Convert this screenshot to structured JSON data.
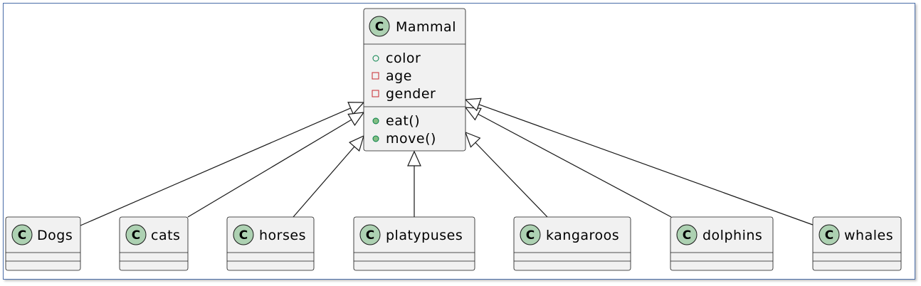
{
  "parent": {
    "name": "Mammal",
    "badge": "C",
    "attributes": [
      {
        "visibility": "public",
        "name": "color"
      },
      {
        "visibility": "private",
        "name": "age"
      },
      {
        "visibility": "private",
        "name": "gender"
      }
    ],
    "methods": [
      {
        "visibility": "public",
        "name": "eat()"
      },
      {
        "visibility": "public",
        "name": "move()"
      }
    ]
  },
  "children": [
    {
      "name": "Dogs",
      "badge": "C"
    },
    {
      "name": "cats",
      "badge": "C"
    },
    {
      "name": "horses",
      "badge": "C"
    },
    {
      "name": "platypuses",
      "badge": "C"
    },
    {
      "name": "kangaroos",
      "badge": "C"
    },
    {
      "name": "dolphins",
      "badge": "C"
    },
    {
      "name": "whales",
      "badge": "C"
    }
  ],
  "colors": {
    "badge_fill": "#add1b2",
    "box_fill": "#f1f1f1",
    "border": "#181818",
    "frame": "#4a6ea9",
    "public_marker": "#038048",
    "private_marker": "#c82930"
  }
}
